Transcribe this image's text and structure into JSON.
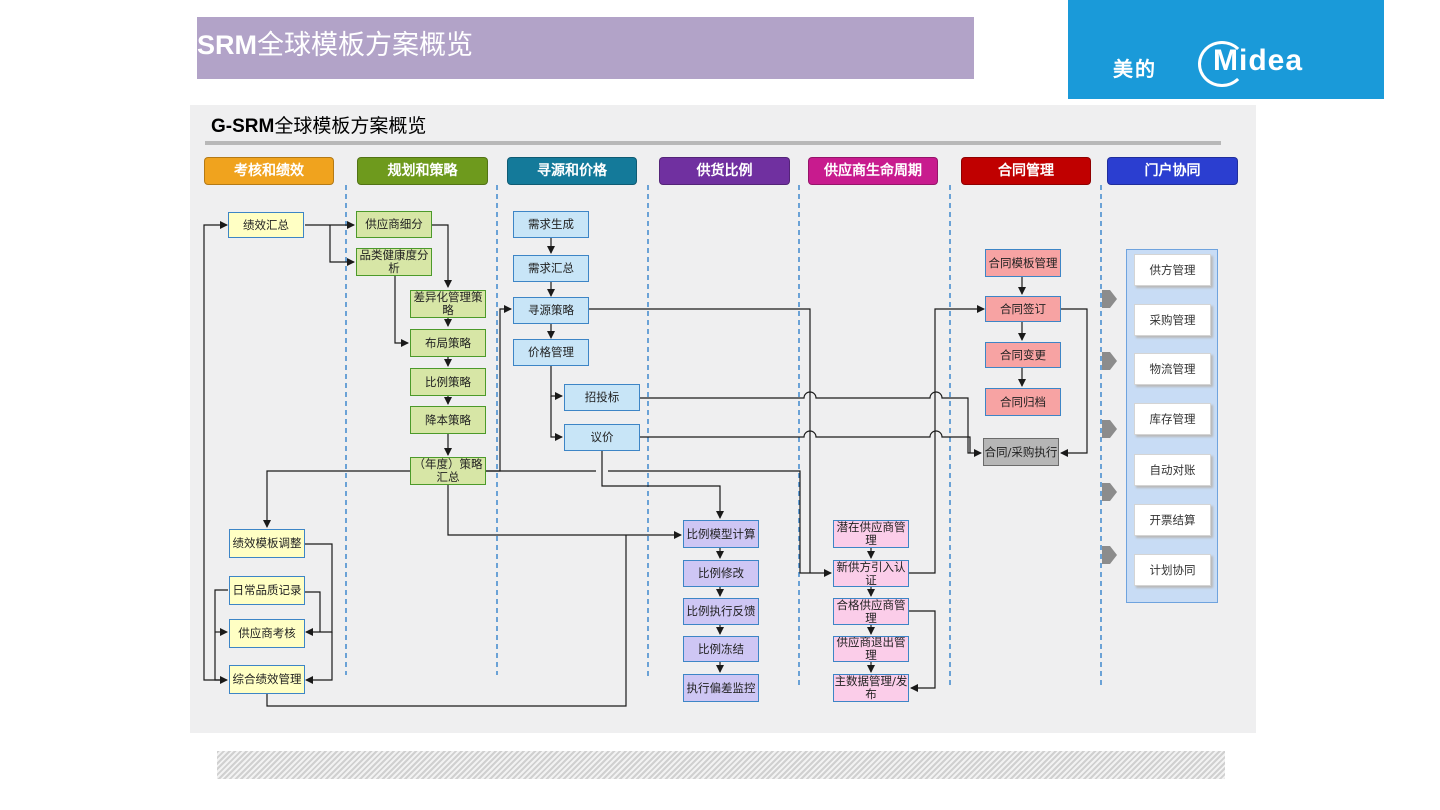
{
  "header": {
    "title_prefix": "SRM",
    "title_rest": "全球模板方案概览"
  },
  "logo": {
    "cn": "美的",
    "en": "Midea",
    "brand_color": "#1a9ad9"
  },
  "diagram": {
    "title_prefix": "G-SRM",
    "title_rest": "全球模板方案概览"
  },
  "columns": [
    {
      "label": "考核和绩效",
      "color": "#f0a31e"
    },
    {
      "label": "规划和策略",
      "color": "#6e9a1d"
    },
    {
      "label": "寻源和价格",
      "color": "#147a9a"
    },
    {
      "label": "供货比例",
      "color": "#7030a0"
    },
    {
      "label": "供应商生命周期",
      "color": "#c81b8e"
    },
    {
      "label": "合同管理",
      "color": "#c00000"
    },
    {
      "label": "门户协同",
      "color": "#2b3ed0"
    }
  ],
  "nodes": {
    "perf_summary": "绩效汇总",
    "perf_template": "绩效模板调整",
    "daily_quality": "日常品质记录",
    "supplier_eval": "供应商考核",
    "overall_perf": "综合绩效管理",
    "supplier_segment": "供应商细分",
    "category_health": "品类健康度分析",
    "diff_strategy": "差异化管理策略",
    "layout_strategy": "布局策略",
    "ratio_strategy": "比例策略",
    "cost_strategy": "降本策略",
    "annual_strategy": "（年度）策略汇总",
    "demand_gen": "需求生成",
    "demand_sum": "需求汇总",
    "sourcing_strategy": "寻源策略",
    "price_mgmt": "价格管理",
    "bidding": "招投标",
    "negotiation": "议价",
    "ratio_model": "比例模型计算",
    "ratio_modify": "比例修改",
    "ratio_feedback": "比例执行反馈",
    "ratio_freeze": "比例冻结",
    "deviation_monitor": "执行偏差监控",
    "potential_supplier": "潜在供应商管理",
    "new_supplier": "新供方引入认证",
    "qualified_supplier": "合格供应商管理",
    "supplier_exit": "供应商退出管理",
    "master_data": "主数据管理/发布",
    "contract_template": "合同模板管理",
    "contract_sign": "合同签订",
    "contract_change": "合同变更",
    "contract_archive": "合同归档",
    "contract_exec": "合同/采购执行"
  },
  "portal": [
    "供方管理",
    "采购管理",
    "物流管理",
    "库存管理",
    "自动对账",
    "开票结算",
    "计划协同"
  ]
}
